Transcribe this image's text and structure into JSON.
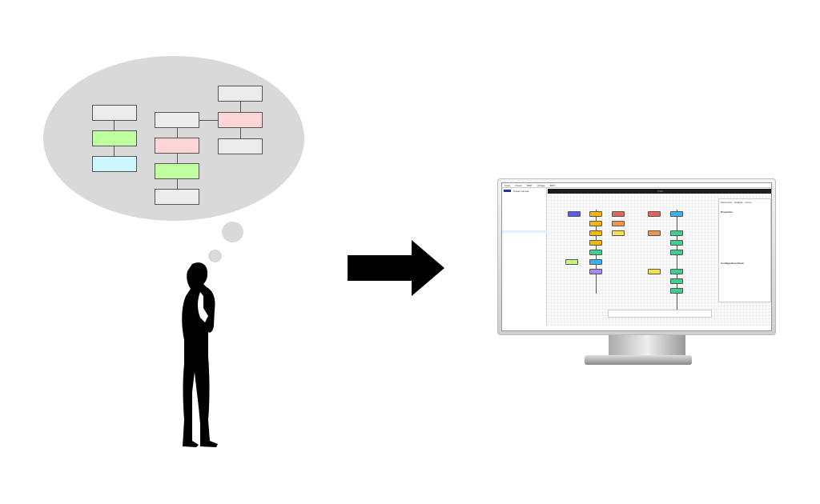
{
  "screen": {
    "nav_tabs": [
      "Clock",
      "Power",
      "BIST",
      "Voltage",
      "BIST"
    ],
    "app_title": "Power Canvas",
    "canvas_title": "FSM",
    "options": {
      "show_grid": "Show Grid",
      "straight": "Straight",
      "curve": "Curve"
    },
    "properties_title": "Properties",
    "config_title": "Configuration Panel",
    "colors": {
      "yellow": "#f5b800",
      "green": "#3ccf8e",
      "blue": "#34b4f0",
      "purple": "#a58af0",
      "red": "#e5655a",
      "indigo": "#5a5af0",
      "orange": "#f0964a",
      "lime": "#c5f57a"
    }
  }
}
